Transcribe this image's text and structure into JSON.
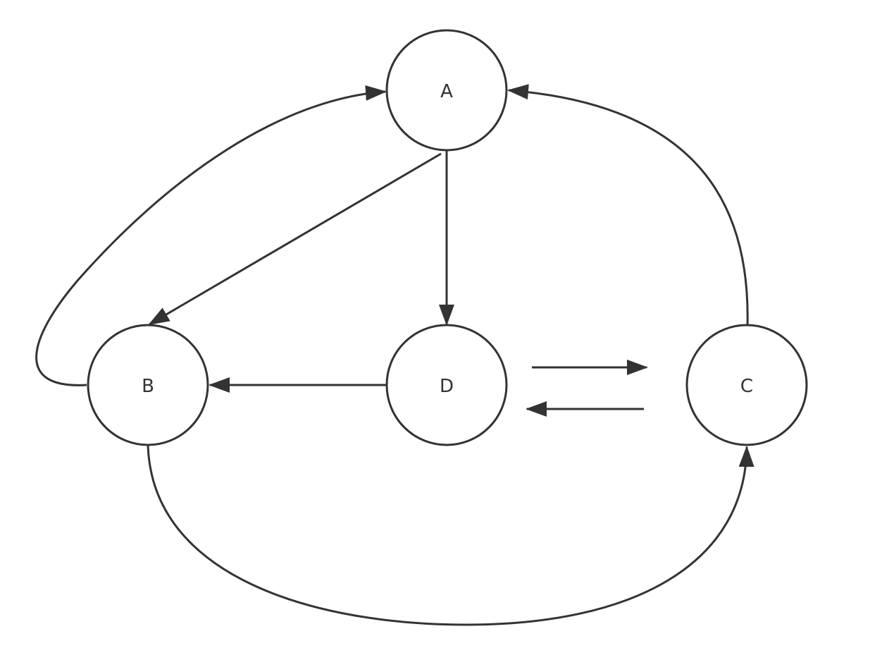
{
  "diagram": {
    "type": "directed-graph",
    "colors": {
      "stroke": "#333333",
      "background": "#ffffff",
      "text": "#333333"
    },
    "nodes": [
      {
        "id": "A",
        "label": "A"
      },
      {
        "id": "B",
        "label": "B"
      },
      {
        "id": "C",
        "label": "C"
      },
      {
        "id": "D",
        "label": "D"
      }
    ],
    "edges": [
      {
        "from": "B",
        "to": "A"
      },
      {
        "from": "C",
        "to": "A"
      },
      {
        "from": "A",
        "to": "B"
      },
      {
        "from": "A",
        "to": "D"
      },
      {
        "from": "D",
        "to": "B"
      },
      {
        "from": "D",
        "to": "C"
      },
      {
        "from": "C",
        "to": "D"
      },
      {
        "from": "B",
        "to": "C"
      }
    ]
  }
}
